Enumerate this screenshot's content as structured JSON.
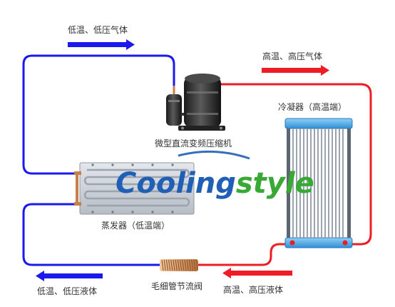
{
  "labels": {
    "low_gas": "低温、低压气体",
    "high_gas": "高温、高压气体",
    "compressor": "微型直流变频压缩机",
    "condenser": "冷凝器（高温端）",
    "evaporator": "蒸发器（低温端）",
    "capillary": "毛细管节流阀",
    "low_liquid": "低温、低压液体",
    "high_liquid": "高温、高压液体"
  },
  "logo": {
    "part1": "Cooling",
    "part2": "style"
  },
  "colors": {
    "low_side": "#1a1aee",
    "high_side": "#ee1c24",
    "logo_blue": "#1f5fb5",
    "logo_green": "#39a935",
    "condenser_frame": "#3a8fd0"
  }
}
